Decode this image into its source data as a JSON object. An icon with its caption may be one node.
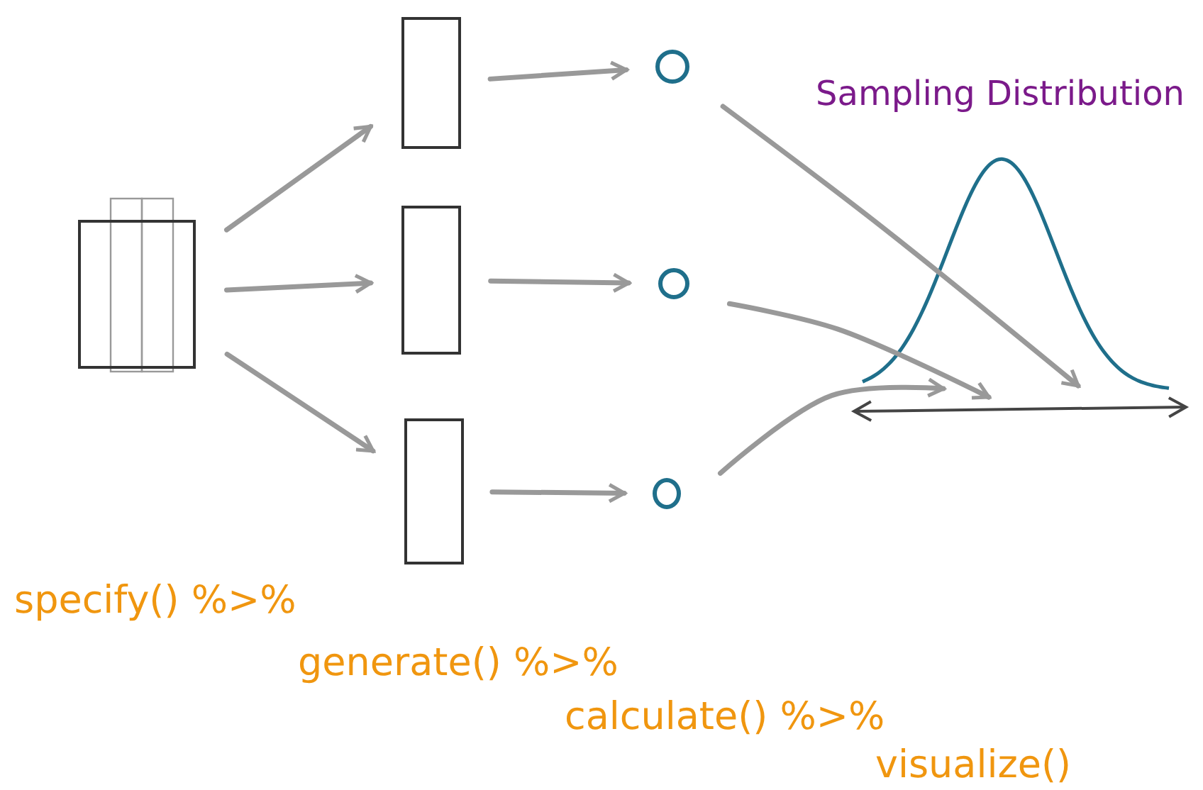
{
  "diagram": {
    "nodes": [
      {
        "text": [],
        "shape": "box"
      },
      {
        "text": [],
        "shape": "box"
      },
      {
        "text": [],
        "shape": "box"
      },
      {
        "text": [],
        "shape": "box"
      },
      {
        "text": [],
        "shape": "circle"
      },
      {
        "text": [],
        "shape": "circle"
      },
      {
        "text": [],
        "shape": "circle"
      },
      {
        "text": [
          "Sampling Distribution"
        ]
      }
    ],
    "edges": [
      {
        "from": 0,
        "to": 1,
        "arrow": "to"
      },
      {
        "from": 0,
        "to": 2,
        "arrow": "to"
      },
      {
        "from": 0,
        "to": 3,
        "arrow": "to"
      },
      {
        "from": 1,
        "to": 4,
        "arrow": "to"
      },
      {
        "from": 2,
        "to": 5,
        "arrow": "to"
      },
      {
        "from": 3,
        "to": 6,
        "arrow": "to"
      },
      {
        "from": 4,
        "to": 7,
        "arrow": "to"
      },
      {
        "from": 5,
        "to": 7,
        "arrow": "to"
      },
      {
        "from": 6,
        "to": 7,
        "arrow": "to"
      }
    ],
    "labels": [
      "specify() %>%",
      "generate() %>%",
      "calculate() %>%",
      "visualize()"
    ]
  }
}
